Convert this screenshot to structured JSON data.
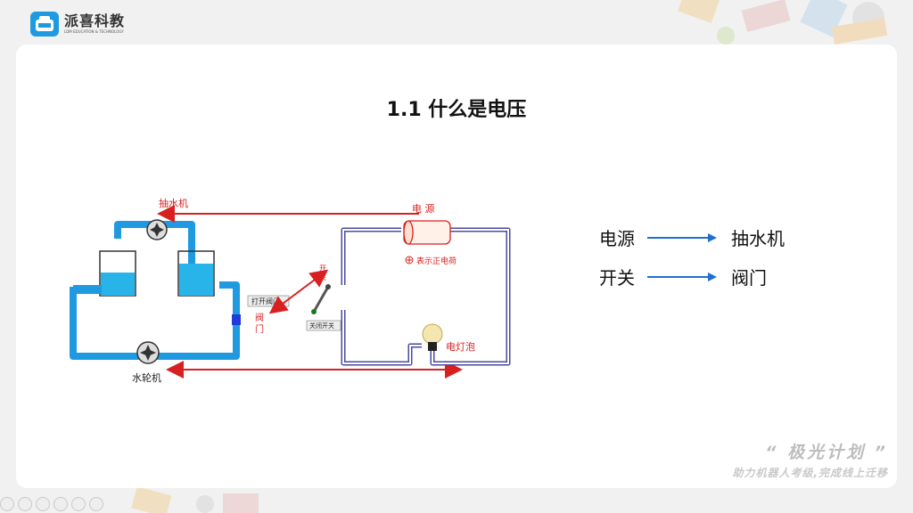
{
  "logo": {
    "name": "派喜科教",
    "tagline": "LDM EDUCATION & TECHNOLOGY"
  },
  "slide": {
    "title": "1.1 什么是电压"
  },
  "diagram": {
    "pump_label": "抽水机",
    "turbine_label": "水轮机",
    "valve_label": "阀\n门",
    "open_valve_label": "打开阀门",
    "power_label": "电  源",
    "positive_charge_label": "表示正电荷",
    "switch_label": "开\n关",
    "close_switch_label": "关闭开关",
    "bulb_label": "电灯泡"
  },
  "legend": [
    {
      "left": "电源",
      "right": "抽水机"
    },
    {
      "left": "开关",
      "right": "阀门"
    }
  ],
  "footer": {
    "title": "“ 极光计划 ”",
    "subtitle": "助力机器人考级,完成线上迁移"
  },
  "colors": {
    "water": "#28b4e8",
    "pipe": "#1f9ae0",
    "wire": "#4a4aa0",
    "arrow_red": "#d82020",
    "legend_arrow": "#1e6fd0"
  }
}
